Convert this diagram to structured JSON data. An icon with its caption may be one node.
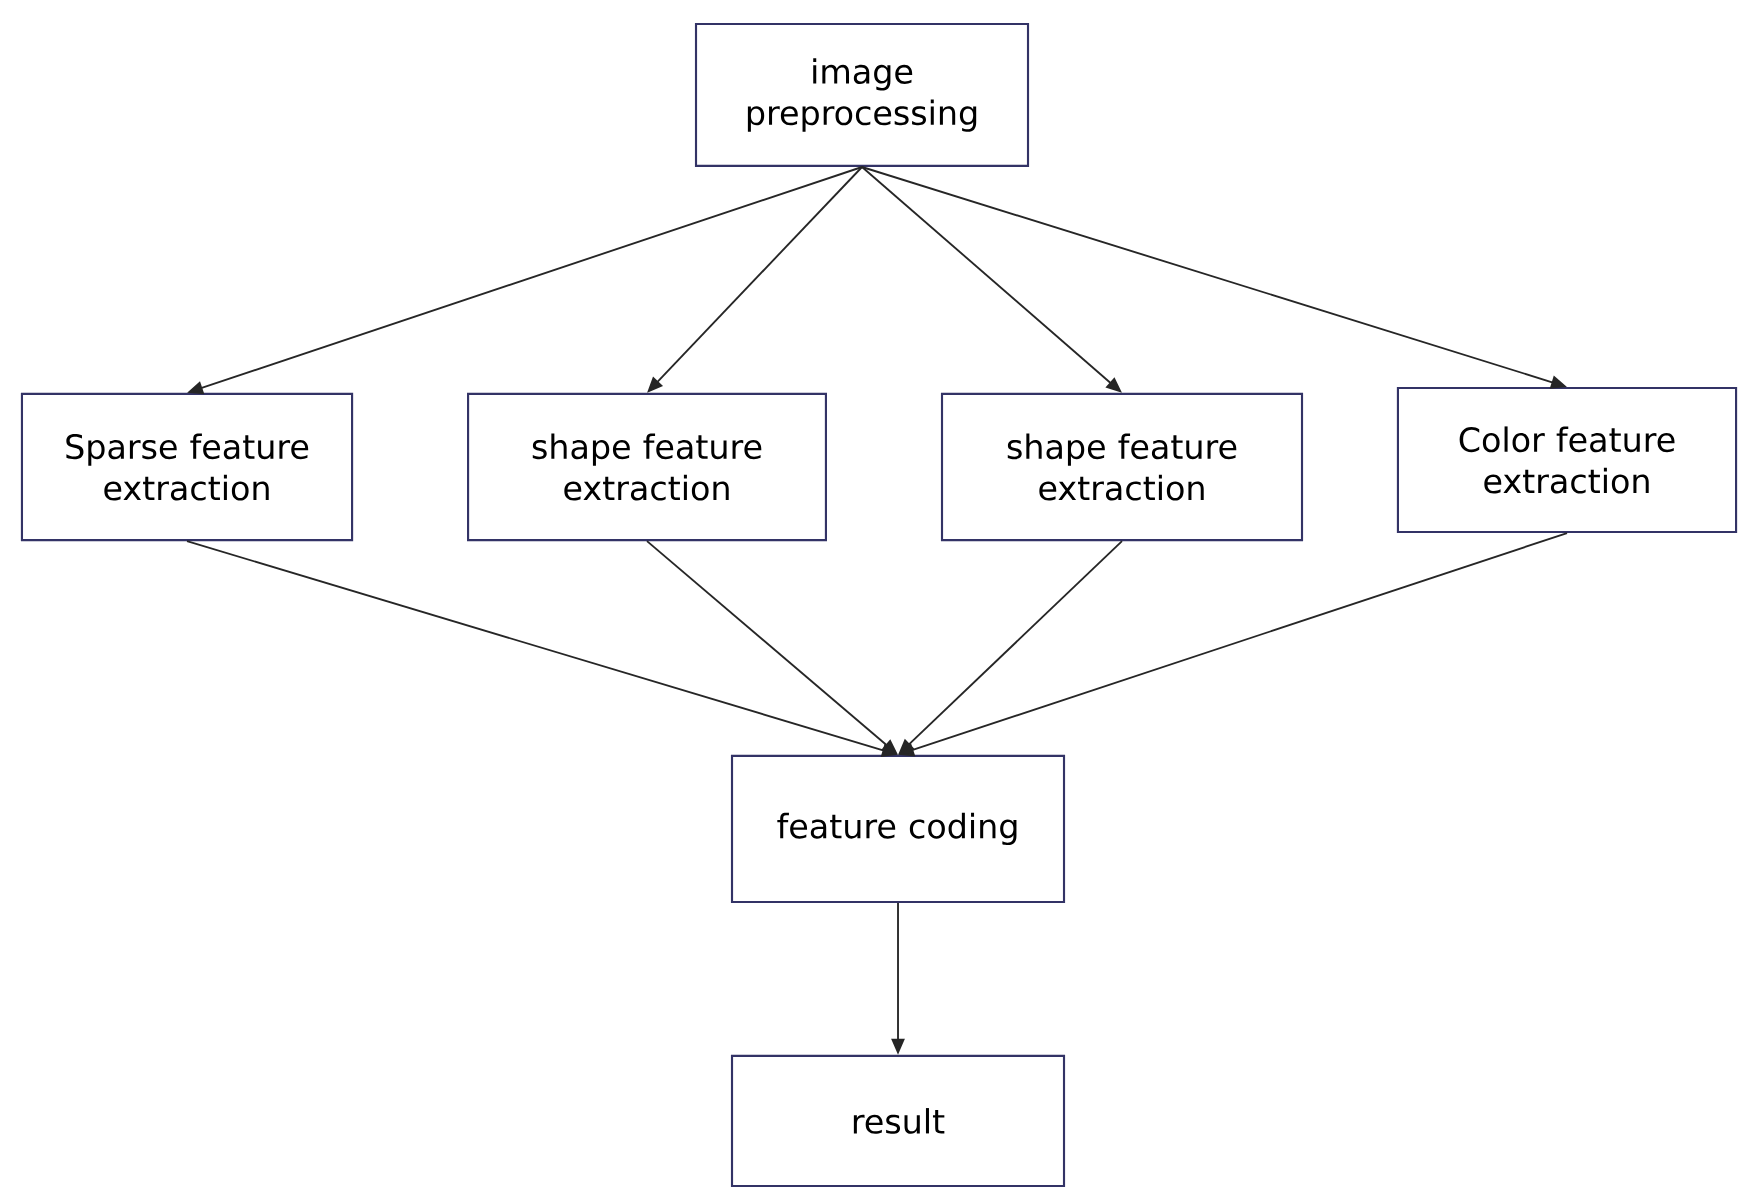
{
  "diagram": {
    "nodes": [
      {
        "text": [
          "image preprocessing"
        ]
      },
      {
        "text": [
          "Sparse feature extraction"
        ]
      },
      {
        "text": [
          "shape feature extraction"
        ]
      },
      {
        "text": [
          "shape feature extraction"
        ]
      },
      {
        "text": [
          "Color feature extraction"
        ]
      },
      {
        "text": [
          "feature coding"
        ]
      },
      {
        "text": [
          "result"
        ]
      }
    ],
    "edges": [
      {
        "from": 0,
        "to": 1,
        "arrow": "to"
      },
      {
        "from": 0,
        "to": 2,
        "arrow": "to"
      },
      {
        "from": 0,
        "to": 3,
        "arrow": "to"
      },
      {
        "from": 0,
        "to": 4,
        "arrow": "to"
      },
      {
        "from": 1,
        "to": 5,
        "arrow": "to"
      },
      {
        "from": 2,
        "to": 5,
        "arrow": "to"
      },
      {
        "from": 3,
        "to": 5,
        "arrow": "to"
      },
      {
        "from": 4,
        "to": 5,
        "arrow": "to"
      },
      {
        "from": 5,
        "to": 6,
        "arrow": "to"
      }
    ]
  }
}
